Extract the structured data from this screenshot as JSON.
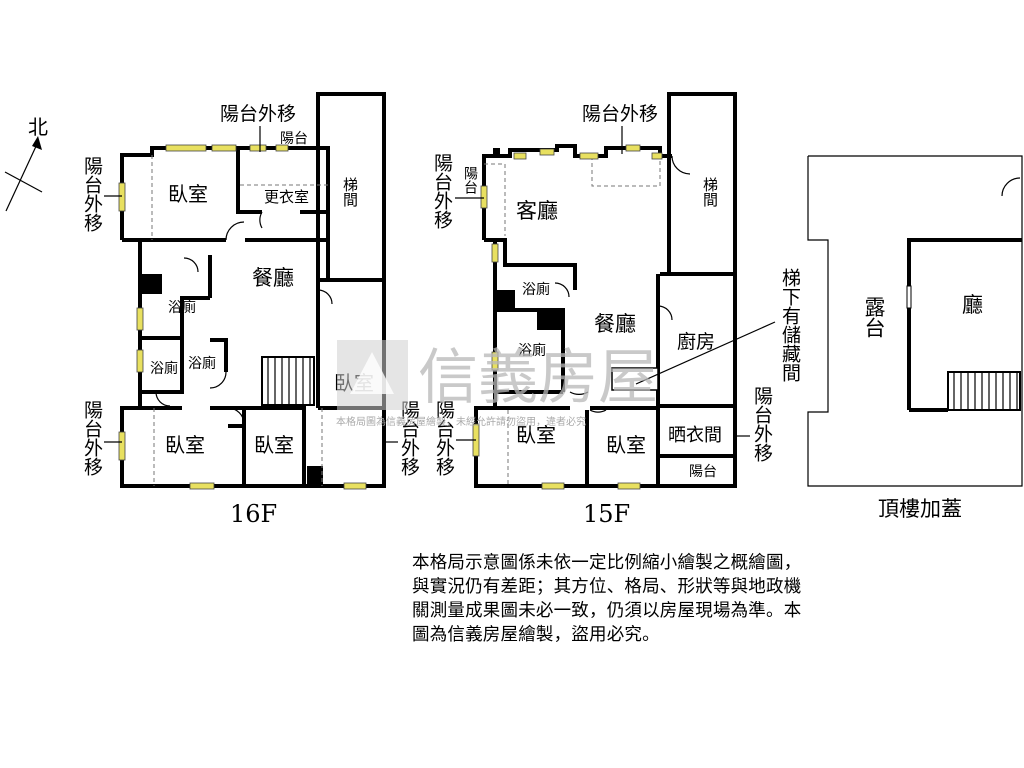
{
  "compass": {
    "north_label": "北"
  },
  "watermark": {
    "brand": "信義房屋",
    "notice": "本格局圖為信義房屋繪製，未經允許請勿盜用，違者必究"
  },
  "floors": {
    "f16": {
      "caption": "16F",
      "rooms": {
        "bedroom_nw": "臥室",
        "closet": "更衣室",
        "balcony": "陽台",
        "stairs": "梯間",
        "dining": "餐廳",
        "bath_1": "浴廁",
        "bath_2": "浴廁",
        "bath_3": "浴廁",
        "bedroom_e": "臥室",
        "bedroom_sw": "臥室",
        "bedroom_s": "臥室"
      },
      "notes": {
        "balcony_top": "陽台外移",
        "balcony_west": "陽台外移",
        "balcony_sw": "陽台外移",
        "balcony_se": "陽台外移"
      }
    },
    "f15": {
      "caption": "15F",
      "rooms": {
        "balcony_tiny": "陽台",
        "living": "客廳",
        "stairs": "梯間",
        "bath_1": "浴廁",
        "bath_2": "浴廁",
        "dining": "餐廳",
        "kitchen": "廚房",
        "laundry": "晒衣間",
        "balcony": "陽台",
        "bedroom_1": "臥室",
        "bedroom_2": "臥室"
      },
      "notes": {
        "balcony_top": "陽台外移",
        "balcony_west": "陽台外移",
        "balcony_sw": "陽台外移",
        "balcony_se": "陽台外移",
        "under_stair": "梯下有儲藏間"
      }
    },
    "roof": {
      "caption": "頂樓加蓋",
      "rooms": {
        "terrace": "露台",
        "hall": "廳"
      }
    }
  },
  "disclaimer": "本格局示意圖係未依一定比例縮小繪製之概繪圖，與實況仍有差距；其方位、格局、形狀等與地政機關測量成果圖未必一致，仍須以房屋現場為準。本圖為信義房屋繪製，盜用必究。"
}
